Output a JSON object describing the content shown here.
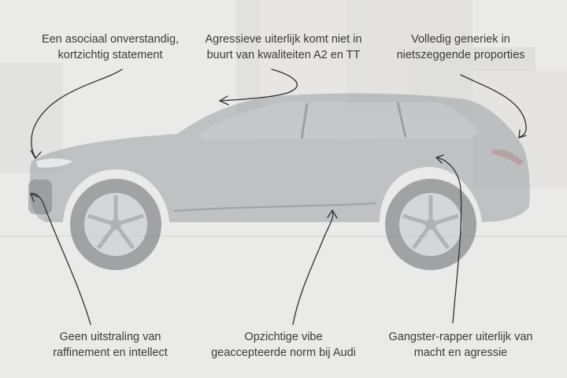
{
  "annotations": {
    "top_left": {
      "line1": "Een asociaal onverstandig,",
      "line2": "kortzichtig statement"
    },
    "top_center": {
      "line1": "Agressieve uiterlijk komt niet in",
      "line2": "buurt van kwaliteiten A2 en TT"
    },
    "top_right": {
      "line1": "Volledig generiek in",
      "line2": "nietszeggende proporties"
    },
    "bottom_left": {
      "line1": "Geen uitstraling van",
      "line2": "raffinement en intellect"
    },
    "bottom_center": {
      "line1": "Opzichtige vibe",
      "line2": "geaccepteerde norm bij Audi"
    },
    "bottom_right": {
      "line1": "Gangster-rapper uiterlijk van",
      "line2": "macht en agressie"
    }
  },
  "colors": {
    "background": "#e9e9e7",
    "building": "#d9d8d4",
    "car_body": "#8e969c",
    "tire": "#707378",
    "text": "#3a3a3a",
    "ink": "#2f2f2f"
  }
}
